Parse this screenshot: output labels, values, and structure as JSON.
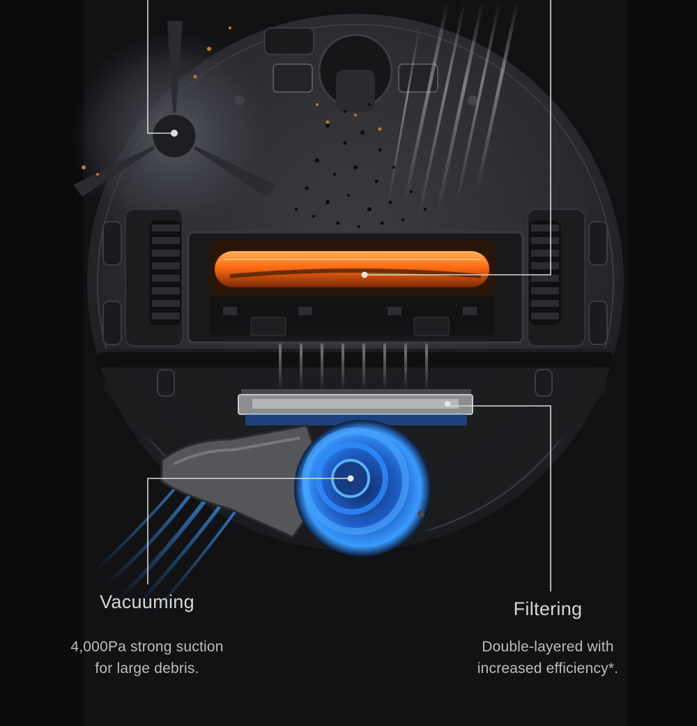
{
  "features": [
    {
      "id": "vacuuming",
      "title": "Vacuuming",
      "description_lines": [
        "4,000Pa strong suction",
        "for large debris."
      ]
    },
    {
      "id": "filtering",
      "title": "Filtering",
      "description_lines": [
        "Double-layered with",
        "increased efficiency*."
      ]
    }
  ],
  "colors": {
    "background": "#0b0b0c",
    "body": "#2c2d30",
    "brush_glow": "#ff7a1a",
    "airflow_blue": "#2f8cff",
    "callout_line": "#d9d9d9",
    "text": "#cfcfcf"
  }
}
